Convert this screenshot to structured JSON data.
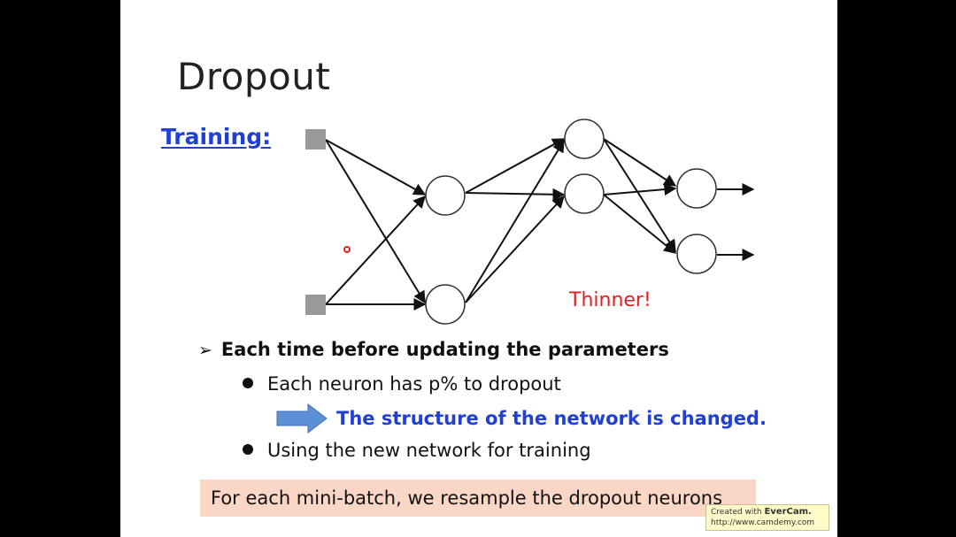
{
  "slide": {
    "title": "Dropout",
    "training_label": "Training:",
    "thinner_label": "Thinner!",
    "bullets": {
      "main": "Each time before updating the parameters",
      "sub1": "Each neuron has p% to dropout",
      "arrow_text": "The structure of the network is changed.",
      "sub2": "Using the new network for training"
    },
    "note": "For each mini-batch, we resample the dropout neurons",
    "watermark": {
      "created_with": "Created with",
      "brand": "EverCam.",
      "url": "http://www.camdemy.com"
    }
  },
  "colors": {
    "background": "#000000",
    "slide": "#ffffff",
    "accent_blue": "#1f3fd6",
    "accent_red": "#e02020",
    "note_bg": "#fad6c6",
    "arrow_fill": "#5b8fd6",
    "input_node": "#999999"
  }
}
